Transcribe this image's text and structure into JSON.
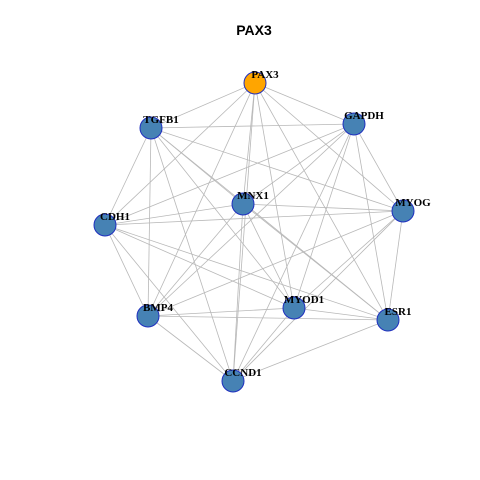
{
  "title": "PAX3",
  "colors": {
    "hub_fill": "#ffa500",
    "node_fill": "#4682b4",
    "node_stroke": "#1f2fbf",
    "edge": "#b8b8b8"
  },
  "network": {
    "nodes": [
      {
        "id": "PAX3",
        "label": "PAX3",
        "hub": true
      },
      {
        "id": "TGFB1",
        "label": "TGFB1",
        "hub": false
      },
      {
        "id": "GAPDH",
        "label": "GAPDH",
        "hub": false
      },
      {
        "id": "MNX1",
        "label": "MNX1",
        "hub": false
      },
      {
        "id": "CDH1",
        "label": "CDH1",
        "hub": false
      },
      {
        "id": "MYOG",
        "label": "MYOG",
        "hub": false
      },
      {
        "id": "MYOD1",
        "label": "MYOD1",
        "hub": false
      },
      {
        "id": "BMP4",
        "label": "BMP4",
        "hub": false
      },
      {
        "id": "ESR1",
        "label": "ESR1",
        "hub": false
      },
      {
        "id": "CCND1",
        "label": "CCND1",
        "hub": false
      }
    ],
    "edges": [
      [
        "PAX3",
        "TGFB1"
      ],
      [
        "PAX3",
        "GAPDH"
      ],
      [
        "PAX3",
        "MNX1"
      ],
      [
        "PAX3",
        "CDH1"
      ],
      [
        "PAX3",
        "MYOG"
      ],
      [
        "PAX3",
        "MYOD1"
      ],
      [
        "PAX3",
        "BMP4"
      ],
      [
        "PAX3",
        "ESR1"
      ],
      [
        "PAX3",
        "CCND1"
      ],
      [
        "TGFB1",
        "GAPDH"
      ],
      [
        "TGFB1",
        "MNX1"
      ],
      [
        "TGFB1",
        "CDH1"
      ],
      [
        "TGFB1",
        "MYOG"
      ],
      [
        "TGFB1",
        "MYOD1"
      ],
      [
        "TGFB1",
        "BMP4"
      ],
      [
        "TGFB1",
        "ESR1"
      ],
      [
        "TGFB1",
        "CCND1"
      ],
      [
        "GAPDH",
        "MNX1"
      ],
      [
        "GAPDH",
        "CDH1"
      ],
      [
        "GAPDH",
        "MYOG"
      ],
      [
        "GAPDH",
        "MYOD1"
      ],
      [
        "GAPDH",
        "BMP4"
      ],
      [
        "GAPDH",
        "ESR1"
      ],
      [
        "GAPDH",
        "CCND1"
      ],
      [
        "MNX1",
        "CDH1"
      ],
      [
        "MNX1",
        "MYOG"
      ],
      [
        "MNX1",
        "MYOD1"
      ],
      [
        "MNX1",
        "BMP4"
      ],
      [
        "MNX1",
        "ESR1"
      ],
      [
        "MNX1",
        "CCND1"
      ],
      [
        "CDH1",
        "MYOG"
      ],
      [
        "CDH1",
        "MYOD1"
      ],
      [
        "CDH1",
        "BMP4"
      ],
      [
        "CDH1",
        "ESR1"
      ],
      [
        "CDH1",
        "CCND1"
      ],
      [
        "MYOG",
        "MYOD1"
      ],
      [
        "MYOG",
        "BMP4"
      ],
      [
        "MYOG",
        "ESR1"
      ],
      [
        "MYOG",
        "CCND1"
      ],
      [
        "MYOD1",
        "BMP4"
      ],
      [
        "MYOD1",
        "ESR1"
      ],
      [
        "MYOD1",
        "CCND1"
      ],
      [
        "BMP4",
        "ESR1"
      ],
      [
        "BMP4",
        "CCND1"
      ],
      [
        "ESR1",
        "CCND1"
      ]
    ]
  }
}
